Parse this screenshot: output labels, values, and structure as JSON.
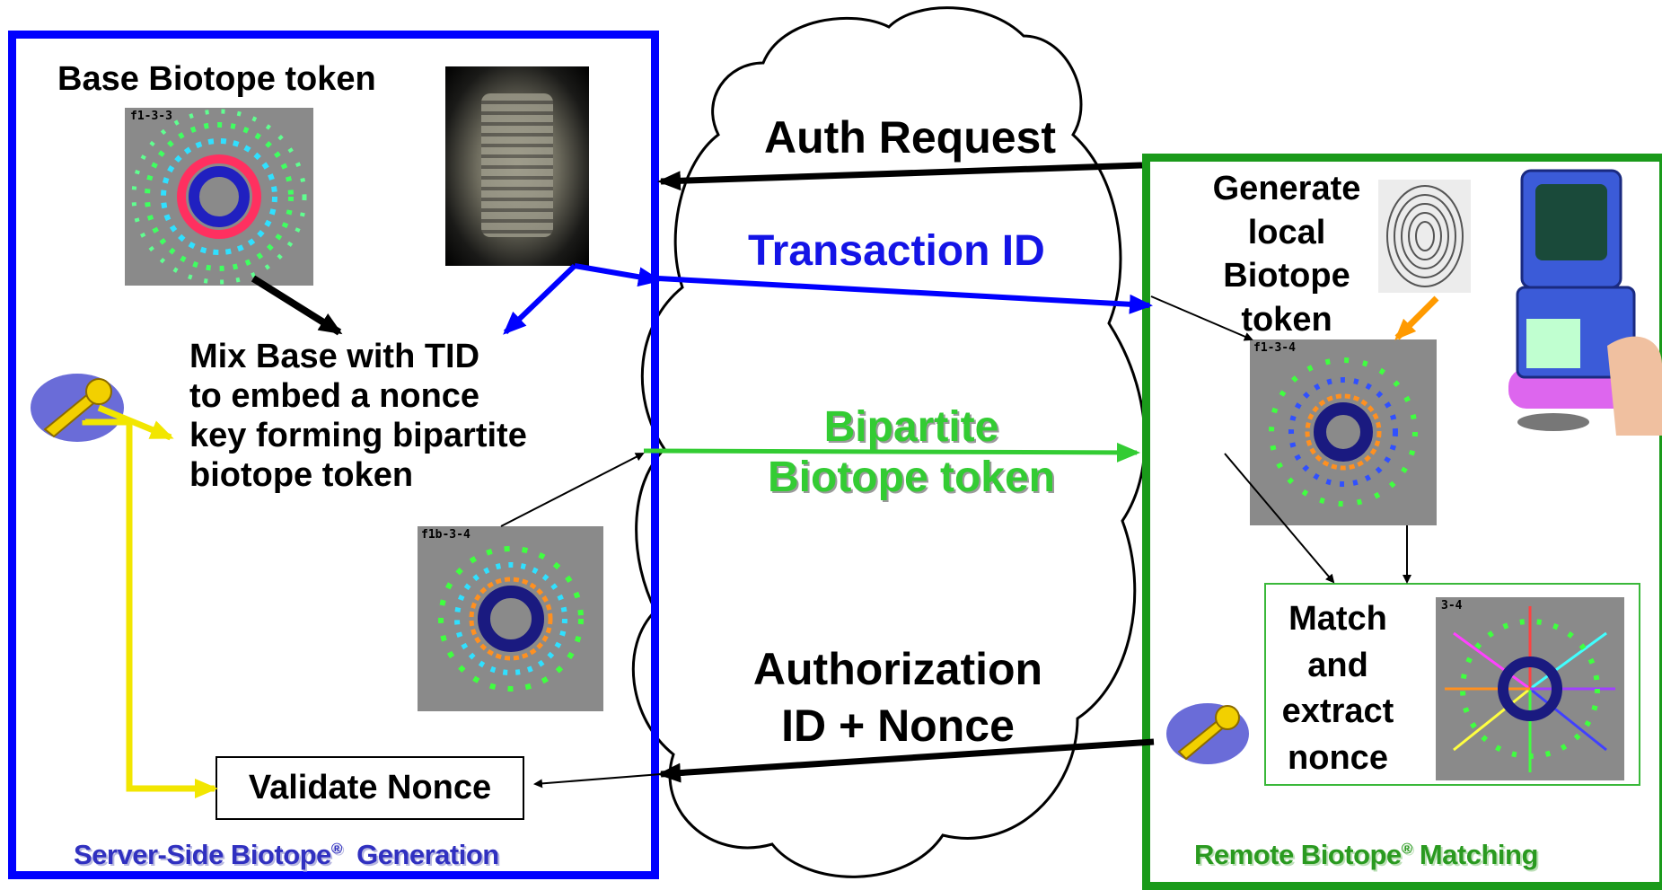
{
  "server": {
    "base_label": "Base Biotope token",
    "base_thumb_label": "f1-3-3",
    "mix_lines": [
      "Mix Base with TID",
      "to embed a nonce",
      "key forming bipartite",
      "biotope token"
    ],
    "bipartite_thumb_label": "f1b-3-4",
    "validate_label": "Validate Nonce",
    "footer_text": "Server-Side Biotope",
    "footer_reg": "®",
    "footer_text2": "Generation"
  },
  "messages": {
    "auth_request": "Auth Request",
    "transaction_id": "Transaction ID",
    "bipartite_line1": "Bipartite",
    "bipartite_line2": "Biotope token",
    "authorization_line1": "Authorization",
    "authorization_line2": "ID + Nonce"
  },
  "client": {
    "generate_lines": [
      "Generate",
      "local",
      "Biotope",
      "token"
    ],
    "local_thumb_label": "f1-3-4",
    "match_lines": [
      "Match",
      "and",
      "extract",
      "nonce"
    ],
    "match_thumb_label": "3-4",
    "footer_text": "Remote Biotope",
    "footer_reg": "®",
    "footer_text2": "Matching"
  },
  "colors": {
    "server_border": "#0000ff",
    "client_border": "#1a9a1a",
    "transaction_text": "#1414e6",
    "bipartite_text": "#33cc33",
    "footer_server": "#3030c0",
    "footer_client": "#2a9a20",
    "key_yellow": "#f2e600"
  }
}
